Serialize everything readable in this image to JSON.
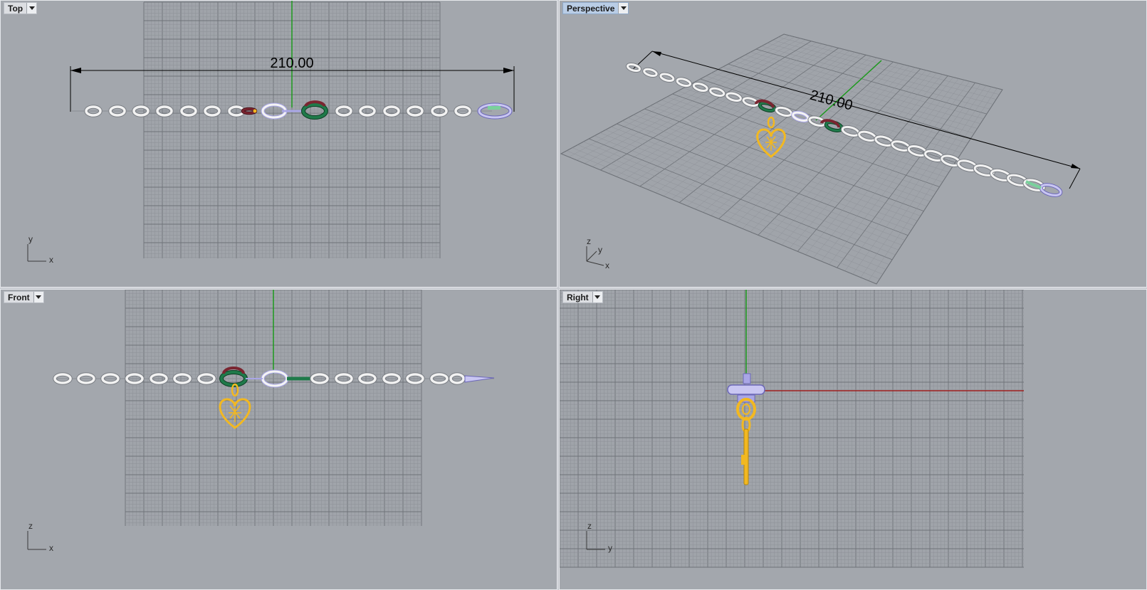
{
  "viewports": {
    "top": {
      "label": "Top",
      "dimension": "210.00",
      "axis_vertical": "y",
      "axis_horizontal": "x"
    },
    "perspective": {
      "label": "Perspective",
      "dimension": "210.00",
      "axis_labels": [
        "z",
        "y",
        "x"
      ]
    },
    "front": {
      "label": "Front",
      "axis_vertical": "z",
      "axis_horizontal": "x"
    },
    "right": {
      "label": "Right",
      "axis_vertical": "z",
      "axis_horizontal": "y"
    }
  },
  "active_viewport": "Perspective",
  "colors": {
    "viewport_bg": "#a3a7ad",
    "grid_minor": "#8d9197",
    "grid_major": "#6e7278",
    "chain_link": "#f2f2f2",
    "highlight_link": "#a9a6e6",
    "maroon_link": "#7a2530",
    "green_link": "#1f7a4a",
    "charm_gold": "#f2b821",
    "axis_green": "#1c9a1c",
    "axis_red": "#a01e1e"
  },
  "icons": [
    "dropdown-arrow-icon",
    "axis-indicator-icon"
  ]
}
